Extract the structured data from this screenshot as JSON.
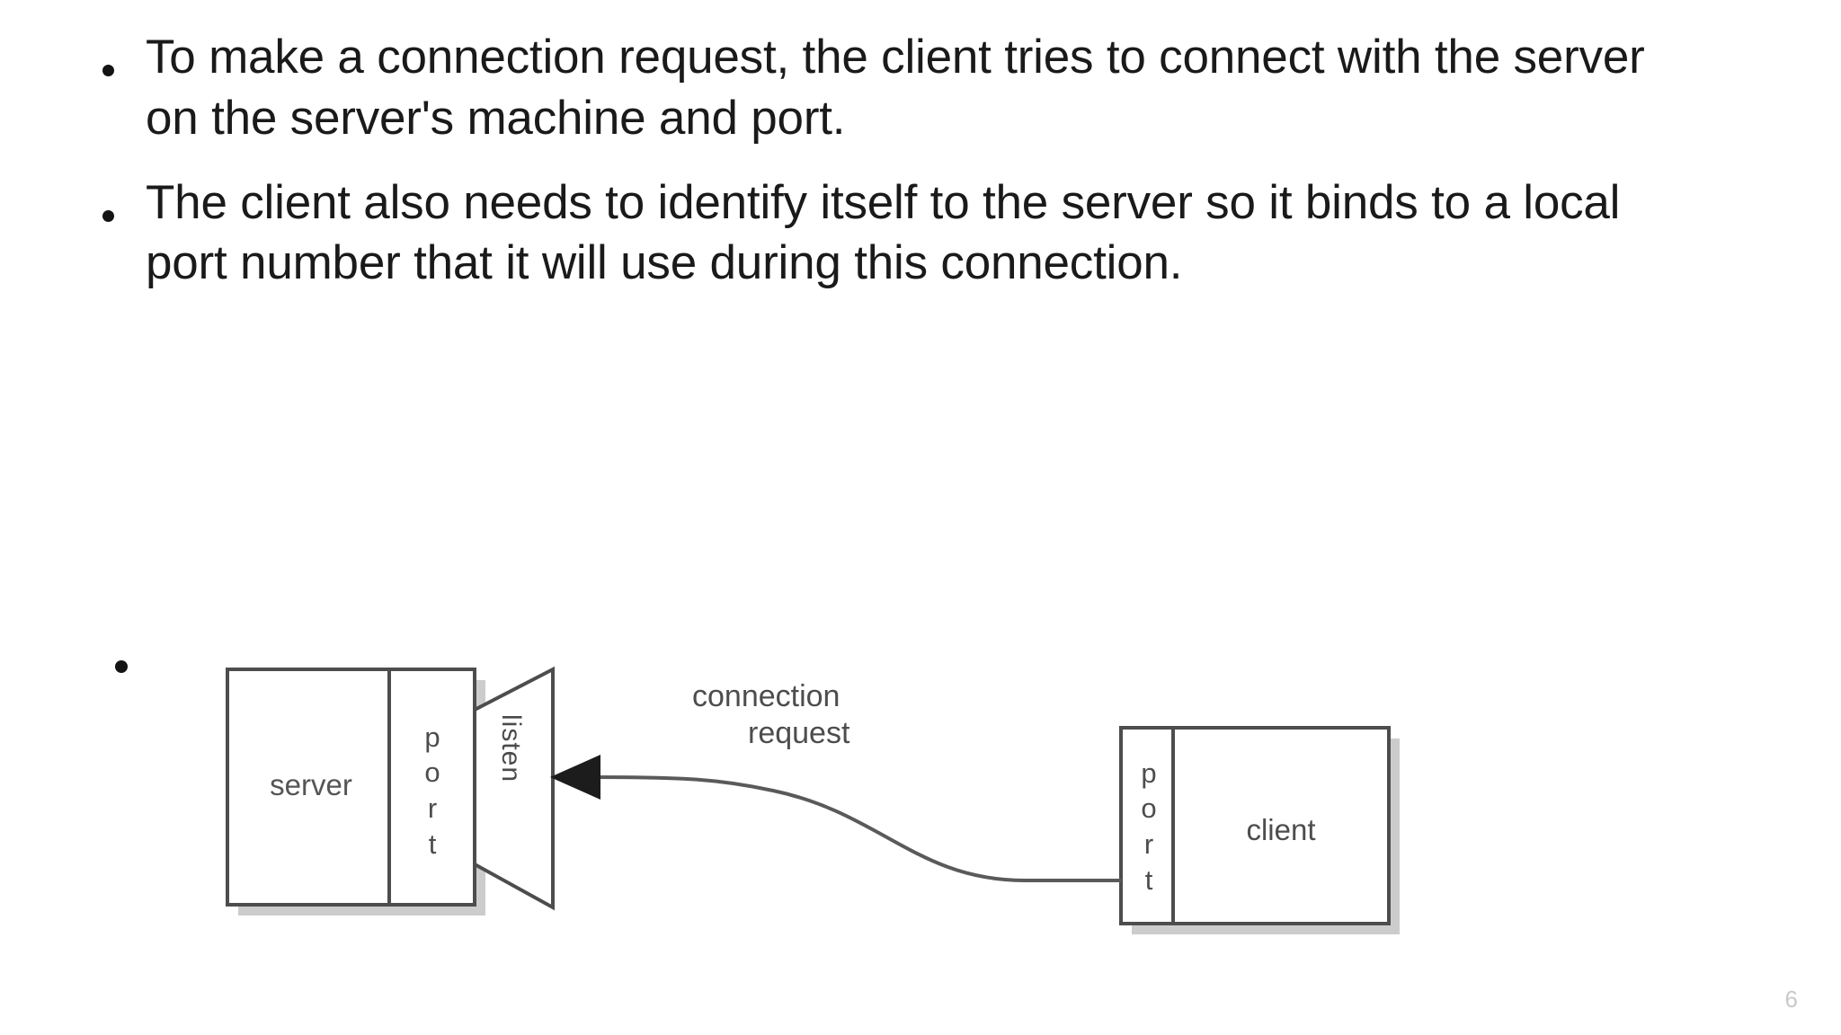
{
  "slide": {
    "page_number": "6",
    "bullets": [
      {
        "marker": "bullet-dot",
        "text": "To make a connection request, the client tries to connect with the server on the server's machine and port."
      },
      {
        "marker": "bullet-dot",
        "text": "The client also needs to identify itself to the server so it binds to a local port number that it will use during this connection."
      },
      {
        "marker": "bullet-dot",
        "text": ""
      }
    ],
    "figure": {
      "name": "client-server-connection-request-diagram",
      "server_box": {
        "label": "server"
      },
      "server_port": {
        "label": "port",
        "letters": [
          "p",
          "o",
          "r",
          "t"
        ]
      },
      "listen_funnel": {
        "label": "listen"
      },
      "connection_arrow": {
        "line1": "connection",
        "line2": "request"
      },
      "client_port": {
        "label": "port",
        "letters": [
          "p",
          "o",
          "r",
          "t"
        ]
      },
      "client_box": {
        "label": "client"
      }
    },
    "colors": {
      "text": "#1a1a1a",
      "figure_stroke": "#4d4d4d",
      "figure_shadow": "#c8c8c8",
      "page_number": "#c9c9c9",
      "background": "#ffffff"
    }
  }
}
